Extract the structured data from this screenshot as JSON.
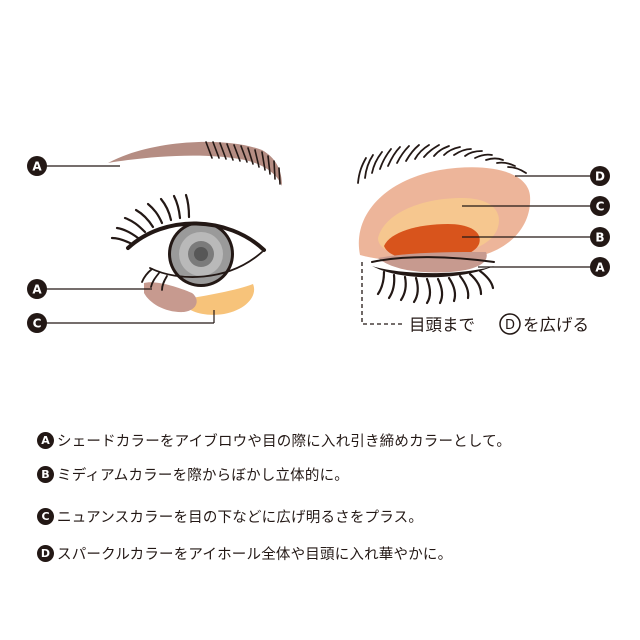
{
  "colors": {
    "ink": "#231815",
    "brow": "#b58d83",
    "rose_shadow": "#c79a8f",
    "yellow_shade": "#f7c37a",
    "peach_base": "#edb59a",
    "light_peach": "#f6c78f",
    "orange_shade": "#d8541c",
    "iris": "#8c8c8c"
  },
  "left_eye": {
    "labels": [
      {
        "letter": "A",
        "target": "brow"
      },
      {
        "letter": "A",
        "target": "under-eye-inner"
      },
      {
        "letter": "C",
        "target": "under-eye-yellow"
      }
    ]
  },
  "right_eye": {
    "labels": [
      {
        "letter": "D",
        "target": "eyehole"
      },
      {
        "letter": "C",
        "target": "lid-middle"
      },
      {
        "letter": "B",
        "target": "lid-crease"
      },
      {
        "letter": "A",
        "target": "lash-line"
      }
    ],
    "callout": {
      "prefix": "目頭まで",
      "letter": "D",
      "suffix": "を広げる"
    }
  },
  "legend": [
    {
      "letter": "A",
      "text": "シェードカラーをアイブロウや目の際に入れ引き締めカラーとして。"
    },
    {
      "letter": "B",
      "text": "ミディアムカラーを際からぼかし立体的に。"
    },
    {
      "letter": "C",
      "text": "ニュアンスカラーを目の下などに広げ明るさをプラス。"
    },
    {
      "letter": "D",
      "text": "スパークルカラーをアイホール全体や目頭に入れ華やかに。"
    }
  ]
}
